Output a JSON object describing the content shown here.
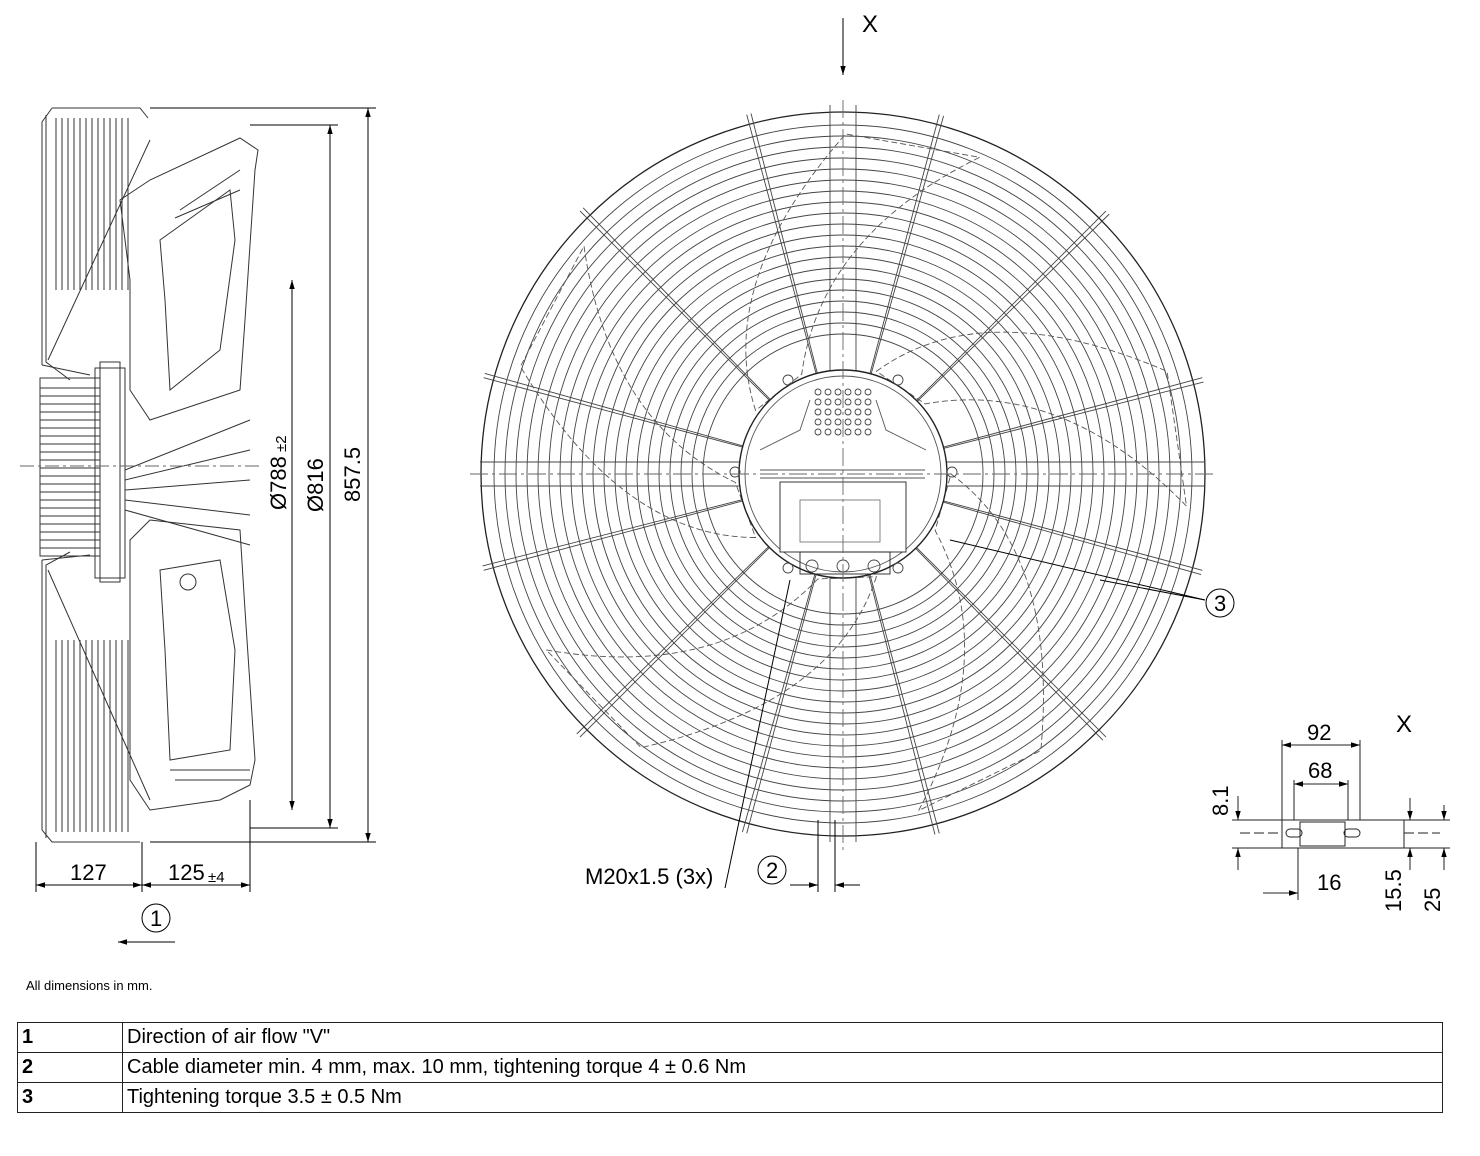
{
  "view_labels": {
    "top_x": "X",
    "detail_x": "X"
  },
  "side_view": {
    "dims": {
      "width_left": "127",
      "width_right": "125",
      "width_right_tol": "±4",
      "dia_impeller": "Ø788",
      "dia_impeller_tol": "±2",
      "dia_ring": "Ø816",
      "height_total": "857.5"
    },
    "callout_airflow": "1"
  },
  "front_view": {
    "cable_gland": "M20x1.5 (3x)",
    "callout_cable": "2",
    "callout_torque": "3"
  },
  "detail_x": {
    "dims": {
      "w92": "92",
      "w68": "68",
      "h8_1": "8.1",
      "w16": "16",
      "h15_5": "15.5",
      "h25": "25"
    }
  },
  "note": "All dimensions in mm.",
  "legend": [
    {
      "num": "1",
      "text": "Direction of air flow \"V\""
    },
    {
      "num": "2",
      "text": "Cable diameter min. 4 mm, max. 10 mm, tightening torque 4 ± 0.6 Nm"
    },
    {
      "num": "3",
      "text": "Tightening torque 3.5 ± 0.5 Nm"
    }
  ]
}
